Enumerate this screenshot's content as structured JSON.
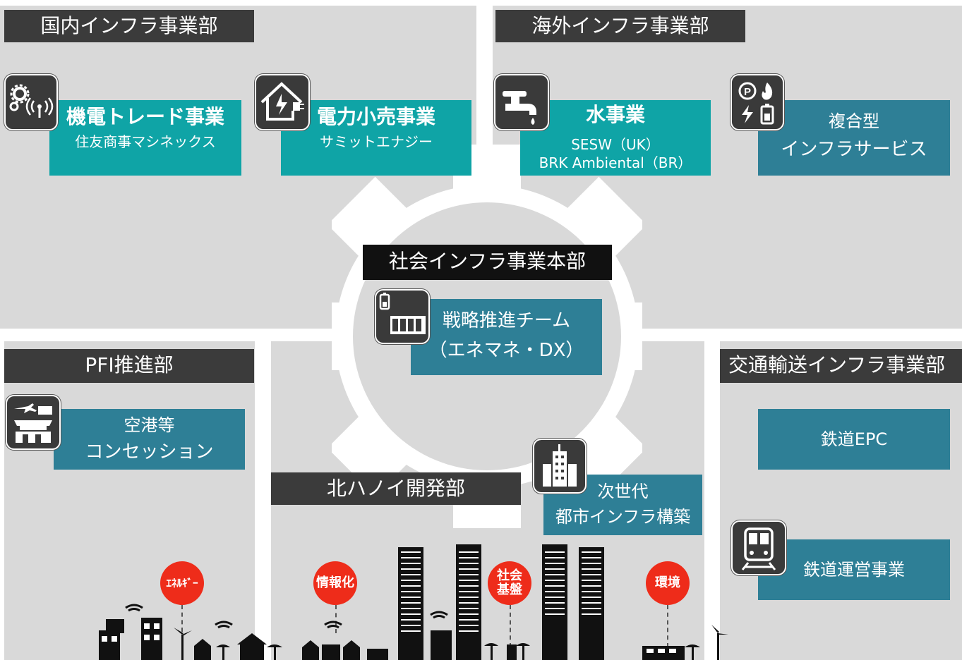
{
  "divisions": {
    "domestic": {
      "title": "国内インフラ事業部"
    },
    "overseas": {
      "title": "海外インフラ事業部"
    },
    "pfi": {
      "title": "PFI推進部"
    },
    "transport": {
      "title": "交通輸送インフラ事業部"
    },
    "north_hanoi": {
      "title": "北ハノイ開発部"
    },
    "center": {
      "title": "社会インフラ事業本部"
    }
  },
  "businesses": {
    "machinery_trade": {
      "title": "機電トレード事業",
      "sub": "住友商事マシネックス"
    },
    "power_retail": {
      "title": "電力小売事業",
      "sub": "サミットエナジー"
    },
    "water": {
      "title": "水事業",
      "sub1": "SESW（UK）",
      "sub2": "BRK Ambiental（BR）"
    },
    "composite": {
      "line1": "複合型",
      "line2": "インフラサービス"
    },
    "strategy": {
      "line1": "戦略推進チーム",
      "line2": "（エネマネ・DX）"
    },
    "airport": {
      "line1": "空港等",
      "line2": "コンセッション"
    },
    "next_city": {
      "line1": "次世代",
      "line2": "都市インフラ構築"
    },
    "railway_epc": {
      "label": "鉄道EPC"
    },
    "railway_ops": {
      "label": "鉄道運営事業"
    }
  },
  "pins": {
    "energy": "ｴﾈﾙｷﾞｰ",
    "info": "情報化",
    "social_1": "社会",
    "social_2": "基盤",
    "environment": "環境"
  },
  "icons": [
    "gears-antenna-icon",
    "house-plug-icon",
    "faucet-icon",
    "parking-flame-bolt-battery-icon",
    "battery-container-icon",
    "airport-tower-icon",
    "skyscraper-icon",
    "train-icon"
  ],
  "colors": {
    "panel": "#d9d9d9",
    "title_bar": "#3b3b3b",
    "teal": "#0fa4a6",
    "blue": "#2e7f96",
    "pin": "#ee2c1a",
    "gear": "#ffffff"
  }
}
